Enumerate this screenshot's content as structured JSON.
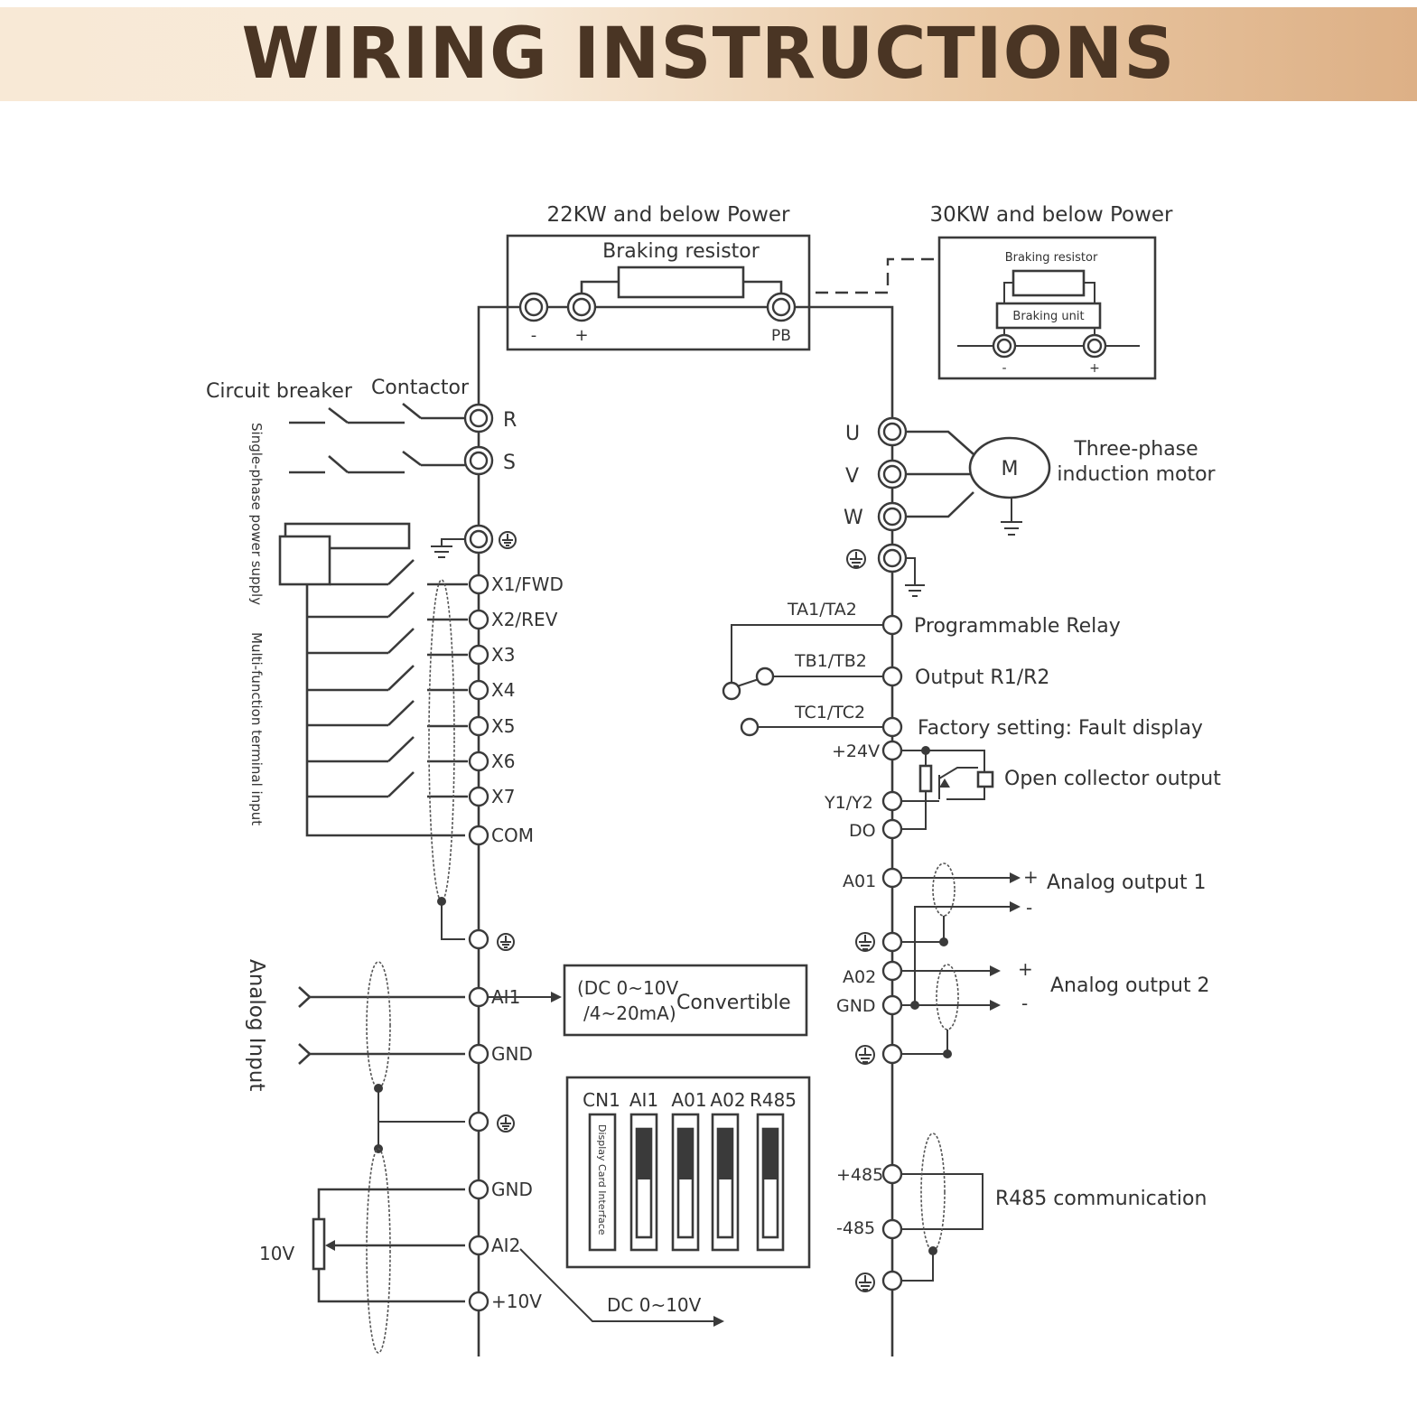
{
  "title": "WIRING INSTRUCTIONS",
  "power": {
    "label_22kw": "22KW and below Power",
    "label_30kw": "30KW and below Power",
    "braking_resistor": "Braking resistor",
    "braking_resistor_small": "Braking resistor",
    "braking_unit": "Braking unit",
    "minus": "-",
    "plus": "+",
    "pb": "PB"
  },
  "input_side": {
    "circuit_breaker": "Circuit breaker",
    "contactor": "Contactor",
    "single_phase": "Single-phase power supply",
    "multi_function": "Multi-function terminal input",
    "analog_input": "Analog Input",
    "r": "R",
    "s": "S",
    "digital_terminals": [
      "X1/FWD",
      "X2/REV",
      "X3",
      "X4",
      "X5",
      "X6",
      "X7",
      "COM"
    ],
    "ai1": "AI1",
    "gnd1": "GND",
    "gnd2": "GND",
    "ai2": "AI2",
    "plus10v": "+10V",
    "ten_v": "10V",
    "dc_range": "DC 0~10V"
  },
  "convertible": {
    "line1": "(DC 0~10V",
    "line2": "/4~20mA)",
    "label": "Convertible"
  },
  "dip": {
    "labels": [
      "CN1",
      "AI1",
      "A01",
      "A02",
      "R485"
    ],
    "display_card": "Display Card Interface"
  },
  "output_side": {
    "u": "U",
    "v": "V",
    "w": "W",
    "motor_letter": "M",
    "motor_line1": "Three-phase",
    "motor_line2": "induction motor",
    "ta": "TA1/TA2",
    "tb": "TB1/TB2",
    "tc": "TC1/TC2",
    "programmable_relay": "Programmable Relay",
    "output_r": "Output R1/R2",
    "factory_setting": "Factory setting: Fault display",
    "plus24v": "+24V",
    "y1y2": "Y1/Y2",
    "do": "DO",
    "open_collector": "Open collector output",
    "a01": "A01",
    "a02": "A02",
    "gnd": "GND",
    "analog_output_1": "Analog output 1",
    "analog_output_2": "Analog output 2",
    "plus": "+",
    "minus": "-",
    "plus485": "+485",
    "minus485": "-485",
    "r485_comm": "R485 communication"
  }
}
